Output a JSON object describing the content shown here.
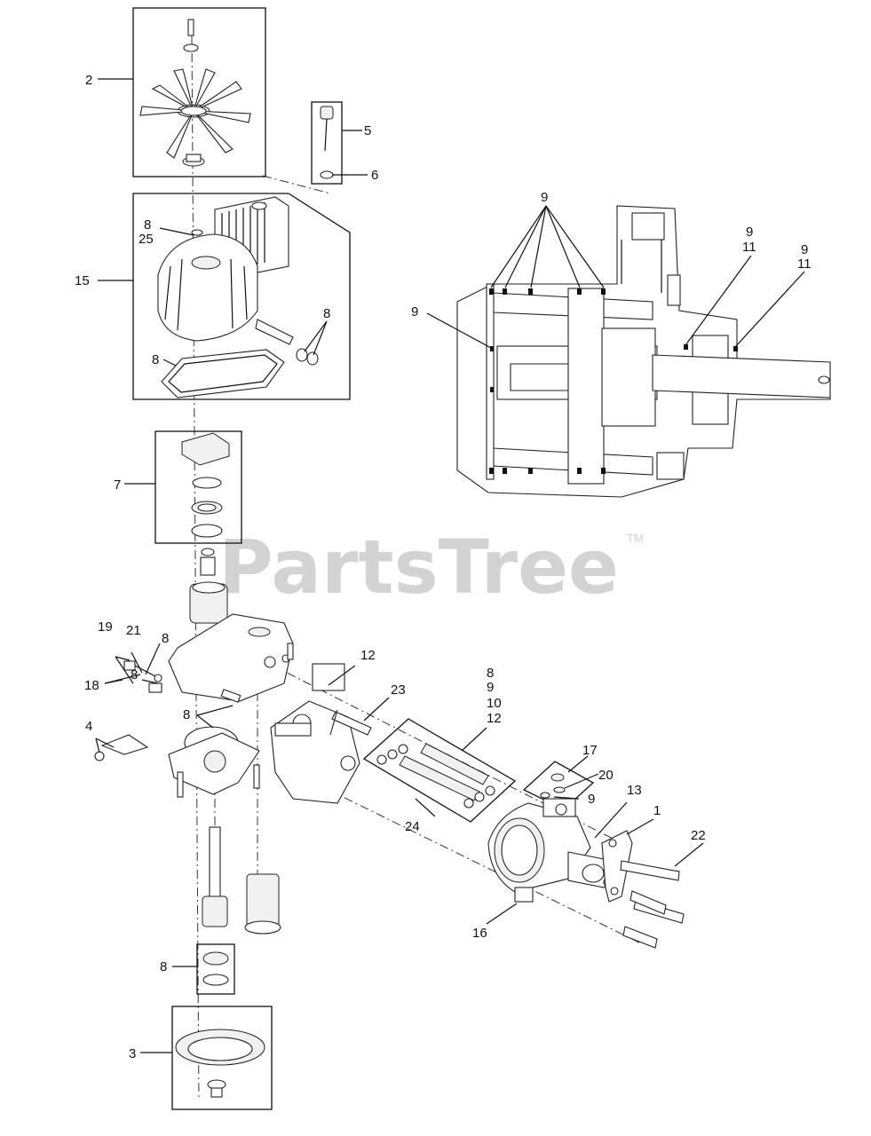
{
  "watermark": {
    "text": "PartsTree",
    "trademark": "TM"
  },
  "callouts": {
    "c2": "2",
    "c5": "5",
    "c6": "6",
    "c8a": "8",
    "c25": "25",
    "c15": "15",
    "c8b": "8",
    "c8c": "8",
    "c7": "7",
    "c9a": "9",
    "c9b": "9",
    "c11a": "11",
    "c9c": "9",
    "c11b": "11",
    "c9d": "9",
    "c19": "19",
    "c21": "21",
    "c8d": "8",
    "c18": "18",
    "c8e": "8",
    "c8f": "8",
    "c4": "4",
    "c12a": "12",
    "c23": "23",
    "c8g": "8",
    "c9e": "9",
    "c10": "10",
    "c12b": "12",
    "c17": "17",
    "c20": "20",
    "c9f": "9",
    "c13": "13",
    "c1": "1",
    "c22": "22",
    "c24": "24",
    "c16": "16",
    "c8h": "8",
    "c3": "3"
  }
}
